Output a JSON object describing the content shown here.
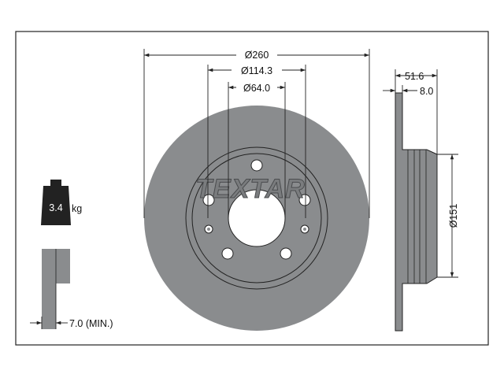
{
  "brand": {
    "logo_text": "TEXTAR"
  },
  "weight": {
    "value": "3.4",
    "unit": "kg"
  },
  "dimensions": {
    "outer_diameter": "Ø260",
    "bolt_circle": "Ø114.3",
    "center_bore": "Ø64.0",
    "total_height": "51.6",
    "disc_thickness": "8.0",
    "hat_diameter": "Ø151",
    "min_thickness": "7.0 (MIN.)"
  },
  "colors": {
    "disc": "#8a8c8e",
    "frame": "#222222",
    "background": "#ffffff"
  }
}
